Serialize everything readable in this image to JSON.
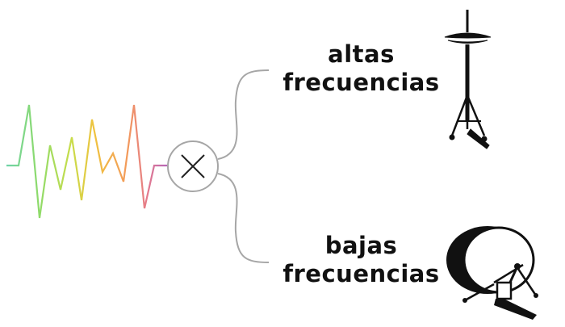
{
  "high": {
    "line1": "altas",
    "line2": "frecuencias",
    "icon": "hi-hat-cymbal"
  },
  "low": {
    "line1": "bajas",
    "line2": "frecuencias",
    "icon": "bass-drum"
  },
  "splitter_icon": "cross-circle",
  "waveform_colors": [
    "#6fd3a8",
    "#8edb6a",
    "#c7dd4a",
    "#f0c23f",
    "#f39a5a",
    "#e47a8e",
    "#b566b8"
  ],
  "line_color": "#a6a6a6"
}
